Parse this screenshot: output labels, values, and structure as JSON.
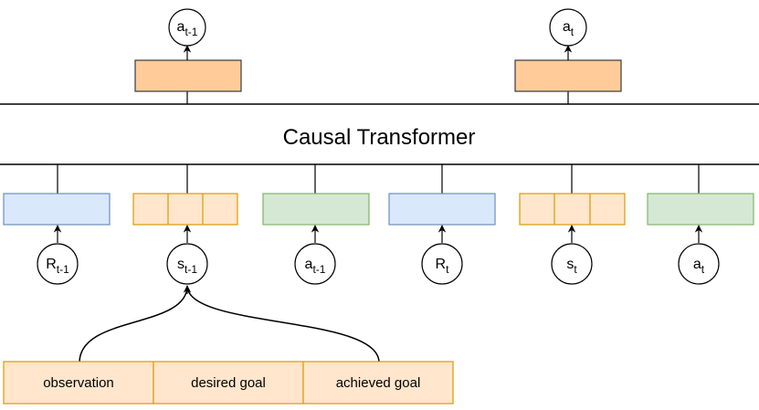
{
  "title": "Causal Transformer",
  "outputs": [
    {
      "base": "a",
      "sub": "t-1"
    },
    {
      "base": "a",
      "sub": "t"
    }
  ],
  "inputs": [
    {
      "base": "R",
      "sub": "t-1",
      "kind": "return"
    },
    {
      "base": "s",
      "sub": "t-1",
      "kind": "state"
    },
    {
      "base": "a",
      "sub": "t-1",
      "kind": "action"
    },
    {
      "base": "R",
      "sub": "t",
      "kind": "return"
    },
    {
      "base": "s",
      "sub": "t",
      "kind": "state"
    },
    {
      "base": "a",
      "sub": "t",
      "kind": "action"
    }
  ],
  "state_components": [
    "observation",
    "desired goal",
    "achieved goal"
  ],
  "colors": {
    "return_fill": "#dae8fc",
    "return_stroke": "#6c8ebf",
    "state_fill": "#ffe6cc",
    "state_stroke": "#d79b00",
    "action_fill": "#d5e8d4",
    "action_stroke": "#82b366",
    "output_fill": "#ffcc99",
    "output_stroke": "#36393d",
    "line": "#000000"
  }
}
